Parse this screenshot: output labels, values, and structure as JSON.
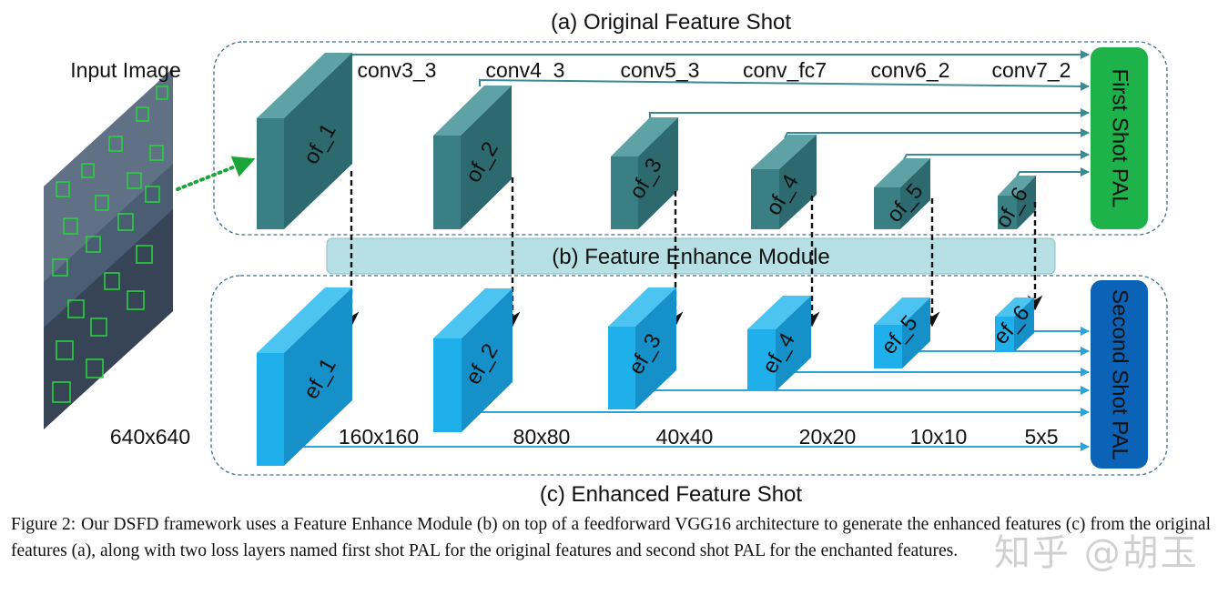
{
  "titles": {
    "original": "(a) Original Feature Shot",
    "fem": "(b) Feature Enhance Module",
    "enhanced": "(c) Enhanced Feature Shot"
  },
  "input_label": "Input Image",
  "input_size": "640x640",
  "layers": [
    "conv3_3",
    "conv4_3",
    "conv5_3",
    "conv_fc7",
    "conv6_2",
    "conv7_2"
  ],
  "original_blocks": [
    "of_1",
    "of_2",
    "of_3",
    "of_4",
    "of_5",
    "of_6"
  ],
  "enhanced_blocks": [
    "ef_1",
    "ef_2",
    "ef_3",
    "ef_4",
    "ef_5",
    "ef_6"
  ],
  "sizes": [
    "160x160",
    "80x80",
    "40x40",
    "20x20",
    "10x10",
    "5x5"
  ],
  "first_pal": "First Shot PAL",
  "second_pal": "Second Shot PAL",
  "caption": {
    "figure": "Figure 2:",
    "text": "Our DSFD framework uses a Feature Enhance Module (b) on top of a feedforward VGG16 architecture to generate the enhanced features (c) from the original features (a), along with two loss layers named first shot PAL for the original features and second shot PAL for the enchanted features."
  },
  "watermark": "知乎 @胡玉",
  "colors": {
    "original_front": "#3a7f84",
    "original_side": "#2c6a6f",
    "original_top": "#5fa2a6",
    "enhanced_front": "#1fb0ec",
    "enhanced_side": "#1590c8",
    "enhanced_top": "#4cc4f2",
    "first_pal": "#1db34a",
    "second_pal": "#0b63b8",
    "fem": "#b7e0e4",
    "frame": "#3d6f8a",
    "dotted_arrow": "#1aa53a"
  }
}
